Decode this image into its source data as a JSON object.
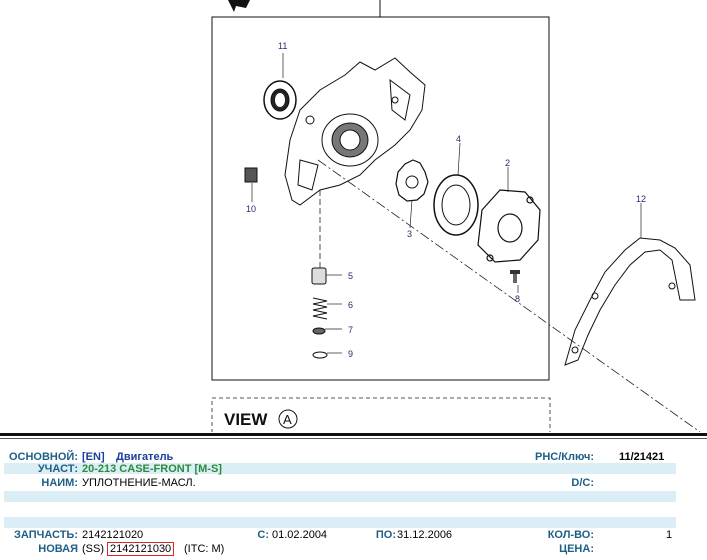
{
  "diagram": {
    "callouts": [
      {
        "id": "11",
        "label": "11"
      },
      {
        "id": "4",
        "label": "4"
      },
      {
        "id": "2",
        "label": "2"
      },
      {
        "id": "10",
        "label": "10"
      },
      {
        "id": "3",
        "label": "3"
      },
      {
        "id": "12",
        "label": "12"
      },
      {
        "id": "5",
        "label": "5"
      },
      {
        "id": "6",
        "label": "6"
      },
      {
        "id": "8",
        "label": "8"
      },
      {
        "id": "7",
        "label": "7"
      },
      {
        "id": "9",
        "label": "9"
      }
    ],
    "view_label": "VIEW",
    "view_circle": "A"
  },
  "info": {
    "main_label": "ОСНОВНОЙ:",
    "main_value_code": "[EN]",
    "main_value_text": "Двигатель",
    "pnc_label": "РНС/Ключ:",
    "pnc_value": "11/21421",
    "section_label": "УЧАСТ:",
    "section_value": "20-213  CASE-FRONT [M-S]",
    "name_label": "НАИМ:",
    "name_value": "УПЛОТНЕНИЕ-МАСЛ.",
    "dc_label": "D/C:",
    "dc_value": "",
    "part_label": "ЗАПЧАСТЬ:",
    "part_value": "2142121020",
    "from_label": "С:",
    "from_value": "01.02.2004",
    "to_label": "ПО:",
    "to_value": "31.12.2006",
    "qty_label": "КОЛ-ВО:",
    "qty_value": "1",
    "new_label": "НОВАЯ",
    "new_ss": "(SS)",
    "new_value": "2142121030",
    "itc": "(ITC: M)",
    "price_label": "ЦЕНА:",
    "price_value": ""
  }
}
